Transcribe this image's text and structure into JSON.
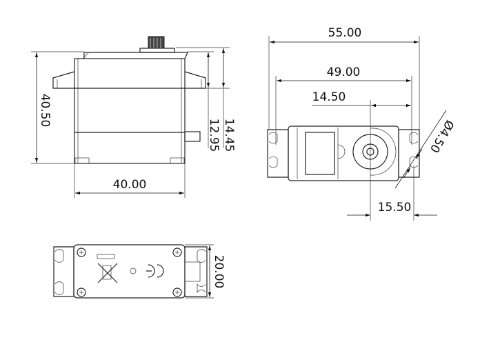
{
  "side_view": {
    "height_dim": "40.50",
    "width_dim": "40.00",
    "top_dim_outer": "14.45",
    "top_dim_inner": "12.95"
  },
  "top_view": {
    "overall_length_dim": "55.00",
    "hole_spacing_dim": "49.00",
    "shaft_offset_dim": "14.50",
    "shaft_to_hole_dim": "15.50",
    "hole_diameter_dim": "Ø4.50"
  },
  "bottom_view": {
    "width_dim": "20.00"
  },
  "colors": {
    "line": "#222222",
    "background": "#ffffff"
  }
}
